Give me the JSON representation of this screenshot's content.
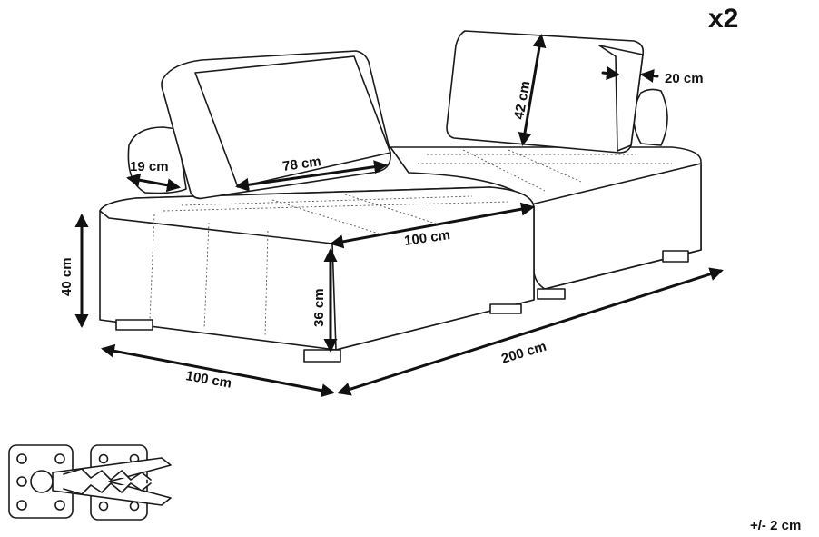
{
  "quantity": "x2",
  "tolerance": "+/- 2 cm",
  "dimensions": {
    "armrest_depth": "19 cm",
    "backrest_width": "78 cm",
    "backrest_height": "42 cm",
    "backrest_thickness": "20 cm",
    "seat_depth_top": "100 cm",
    "total_height": "40 cm",
    "seat_height": "36 cm",
    "width_front": "100 cm",
    "length_total": "200 cm"
  },
  "colors": {
    "line": "#1a1a1a",
    "text": "#111111",
    "background": "#ffffff"
  },
  "icons": [
    "connector-bracket-icon",
    "connector-clip-icon"
  ]
}
